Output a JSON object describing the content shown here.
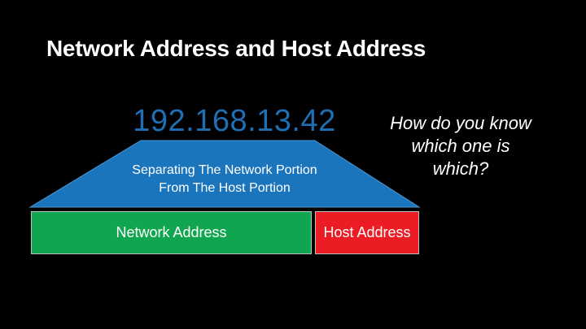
{
  "slide": {
    "title": "Network Address and Host Address",
    "ip_address": "192.168.13.42",
    "question": {
      "lines": [
        "How do you know",
        "which one is",
        "which?"
      ]
    }
  },
  "diagram": {
    "trapezoid_label": {
      "lines": [
        "Separating The Network Portion",
        "From The Host Portion"
      ]
    },
    "network_box_label": "Network Address",
    "host_box_label": "Host Address"
  },
  "colors": {
    "background": "#000000",
    "title_text": "#ffffff",
    "ip_text": "#1e6fb4",
    "trapezoid_fill": "#1b75bc",
    "trapezoid_stroke": "#4e94ce",
    "network_box_fill": "#10a64f",
    "host_box_fill": "#ec1c24",
    "box_border": "#bfbfbf",
    "label_text": "#ffffff"
  }
}
